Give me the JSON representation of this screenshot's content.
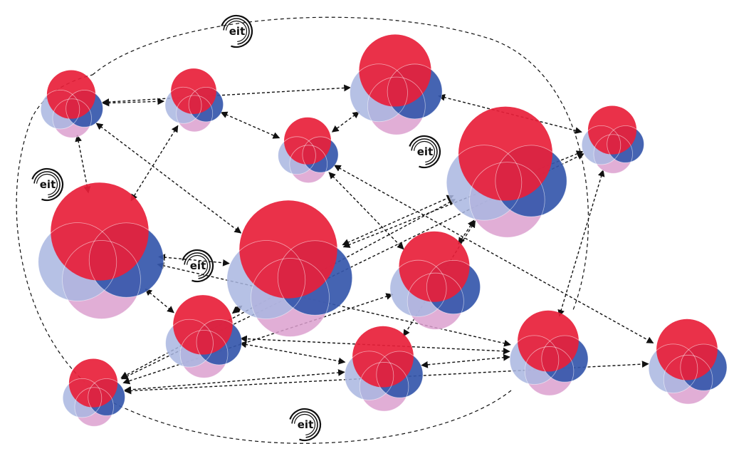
{
  "logos": [
    {
      "text": "eit"
    },
    {
      "text": "eit"
    },
    {
      "text": "eit"
    },
    {
      "text": "eit"
    },
    {
      "text": "eit"
    }
  ],
  "colors": {
    "red": "#e8203a",
    "lavender": "#a9b6e0",
    "blue": "#3557ab",
    "pink": "#dca0cf",
    "line": "#111111"
  },
  "nodes": [
    {
      "id": "n1"
    },
    {
      "id": "n2"
    },
    {
      "id": "n3"
    },
    {
      "id": "n4"
    },
    {
      "id": "n5"
    },
    {
      "id": "n6"
    },
    {
      "id": "n7"
    },
    {
      "id": "n8"
    },
    {
      "id": "n9"
    },
    {
      "id": "n10"
    },
    {
      "id": "n11"
    },
    {
      "id": "n12"
    },
    {
      "id": "n13"
    },
    {
      "id": "n14"
    },
    {
      "id": "n15"
    },
    {
      "id": "n16"
    }
  ],
  "links": [
    [
      "n1",
      "n2"
    ],
    [
      "n1",
      "n3"
    ],
    [
      "n1",
      "n6"
    ],
    [
      "n1",
      "n7"
    ],
    [
      "n2",
      "n4"
    ],
    [
      "n2",
      "n6"
    ],
    [
      "n3",
      "n4"
    ],
    [
      "n3",
      "n5"
    ],
    [
      "n4",
      "n9"
    ],
    [
      "n4",
      "n14"
    ],
    [
      "n6",
      "n7"
    ],
    [
      "n6",
      "n11"
    ],
    [
      "n6",
      "n10"
    ],
    [
      "n7",
      "n5"
    ],
    [
      "n7",
      "n8"
    ],
    [
      "n7",
      "n11"
    ],
    [
      "n8",
      "n12"
    ],
    [
      "n8",
      "n13"
    ],
    [
      "n9",
      "n8"
    ],
    [
      "n9",
      "n13"
    ],
    [
      "n10",
      "n11"
    ],
    [
      "n10",
      "n12"
    ],
    [
      "n11",
      "n12"
    ],
    [
      "n12",
      "n13"
    ],
    [
      "n13",
      "n5"
    ],
    [
      "n13",
      "n14"
    ],
    [
      "n13",
      "n15"
    ],
    [
      "n10",
      "n16"
    ]
  ]
}
